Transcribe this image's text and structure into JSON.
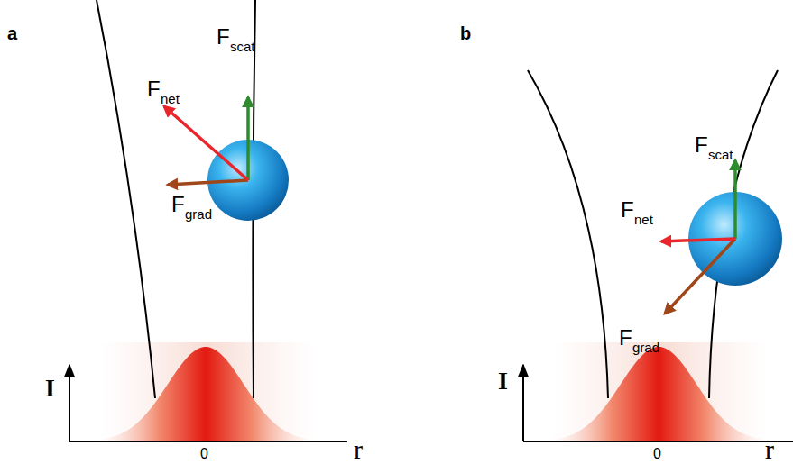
{
  "diagram": {
    "labels": [
      "a",
      "F",
      "scat",
      "F",
      "net",
      "F",
      "grad",
      "I",
      "0",
      "r",
      "b",
      "F",
      "scat",
      "F",
      "net",
      "F",
      "grad",
      "I",
      "0",
      "r"
    ]
  }
}
